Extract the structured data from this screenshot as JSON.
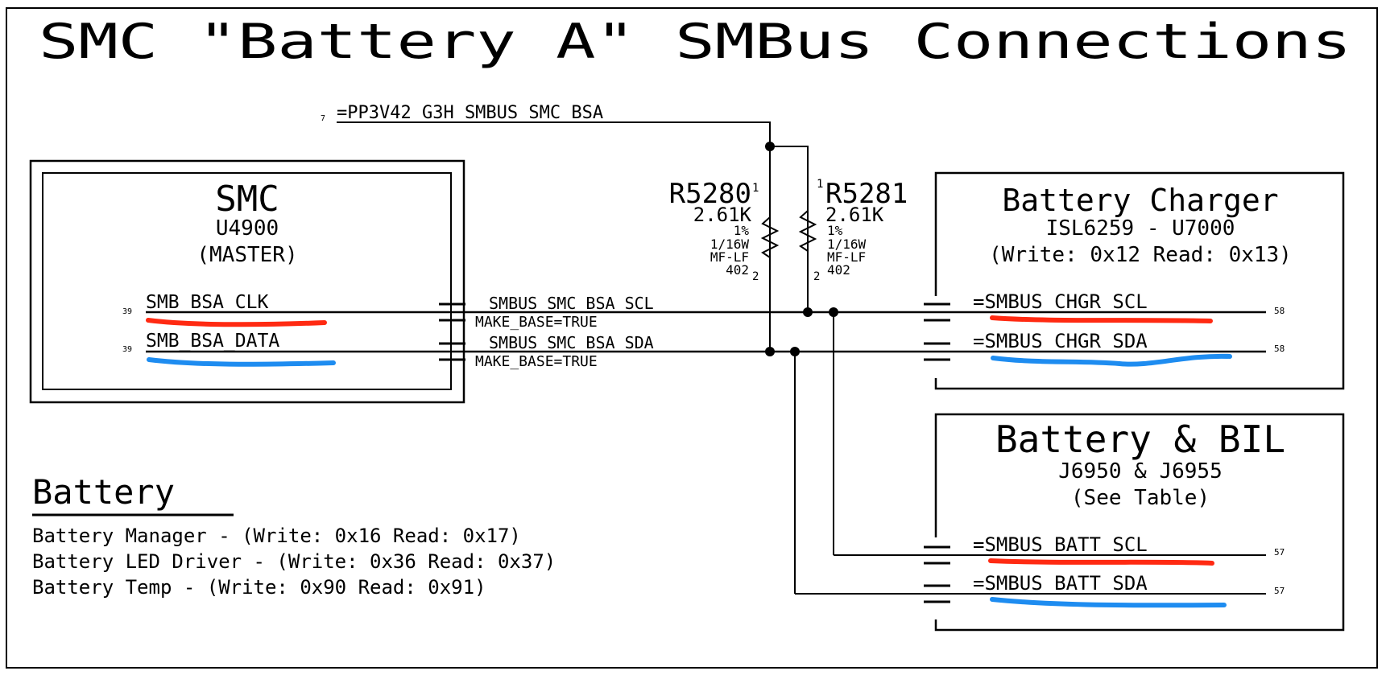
{
  "title": "SMC \"Battery A\" SMBus Connections",
  "power_net": {
    "page_ref": "7",
    "label": "=PP3V42_G3H_SMBUS_SMC_BSA"
  },
  "resistors": [
    {
      "ref": "R5280",
      "value": "2.61K",
      "tolerance": "1%",
      "power": "1/16W",
      "type": "MF-LF",
      "package": "402",
      "pin1": "1",
      "pin2": "2"
    },
    {
      "ref": "R5281",
      "value": "2.61K",
      "tolerance": "1%",
      "power": "1/16W",
      "type": "MF-LF",
      "package": "402",
      "pin1": "1",
      "pin2": "2"
    }
  ],
  "smc": {
    "name": "SMC",
    "part": "U4900",
    "role": "(MASTER)",
    "pins": [
      {
        "page_ref": "39",
        "label": "SMB_BSA_CLK"
      },
      {
        "page_ref": "39",
        "label": "SMB_BSA_DATA"
      }
    ]
  },
  "nets": [
    {
      "label": "SMBUS_SMC_BSA_SCL",
      "property": "MAKE_BASE=TRUE"
    },
    {
      "label": "SMBUS_SMC_BSA_SDA",
      "property": "MAKE_BASE=TRUE"
    }
  ],
  "charger": {
    "name": "Battery Charger",
    "part": "ISL6259 - U7000",
    "address": "(Write: 0x12 Read: 0x13)",
    "pins": [
      {
        "label": "=SMBUS_CHGR_SCL",
        "page_ref": "58"
      },
      {
        "label": "=SMBUS_CHGR_SDA",
        "page_ref": "58"
      }
    ]
  },
  "battery_bil": {
    "name": "Battery & BIL",
    "part": "J6950 & J6955",
    "note": "(See Table)",
    "pins": [
      {
        "label": "=SMBUS_BATT_SCL",
        "page_ref": "57"
      },
      {
        "label": "=SMBUS_BATT_SDA",
        "page_ref": "57"
      }
    ]
  },
  "battery_table": {
    "heading": "Battery",
    "rows": [
      "Battery Manager - (Write: 0x16 Read: 0x17)",
      "Battery LED Driver - (Write: 0x36 Read: 0x37)",
      "Battery Temp - (Write: 0x90 Read: 0x91)"
    ]
  },
  "colors": {
    "clock_highlight": "#ff2a12",
    "data_highlight": "#1e8cf0",
    "line": "#000000"
  }
}
